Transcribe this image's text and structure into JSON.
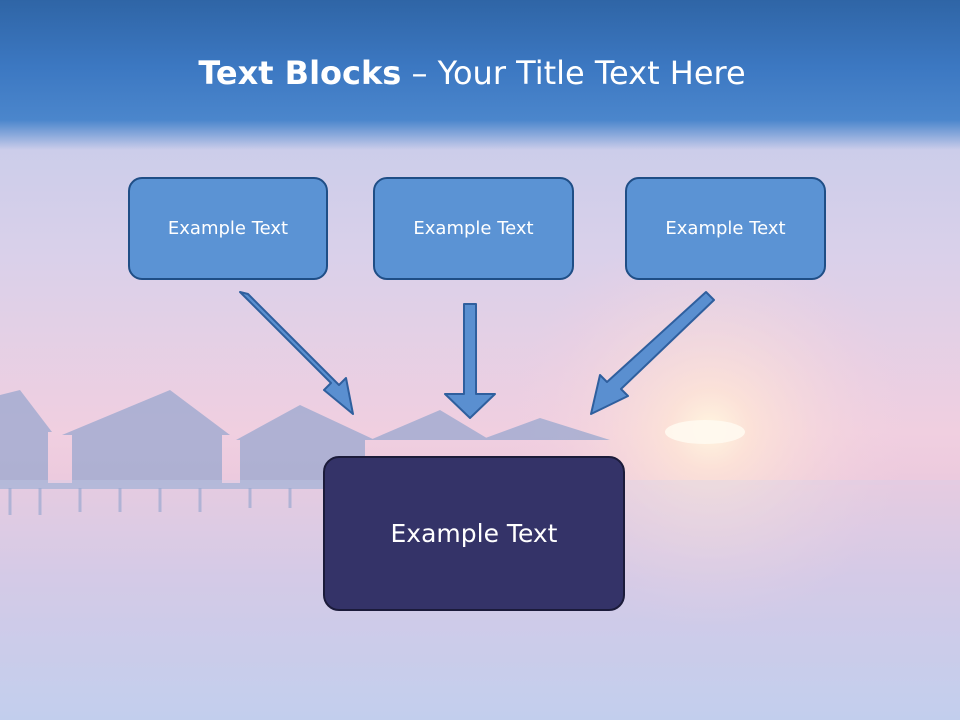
{
  "slide": {
    "title_bold": "Text Blocks",
    "title_dash": " – ",
    "title_rest": "Your Title Text Here"
  },
  "boxes": {
    "top": [
      "Example Text",
      "Example Text",
      "Example Text"
    ],
    "main": "Example Text"
  },
  "colors": {
    "title_bar": "#3c78c2",
    "box_fill": "#5b93d4",
    "box_border": "#1f4e86",
    "main_box_fill": "#343368",
    "arrow_fill": "#5a8fd0"
  }
}
